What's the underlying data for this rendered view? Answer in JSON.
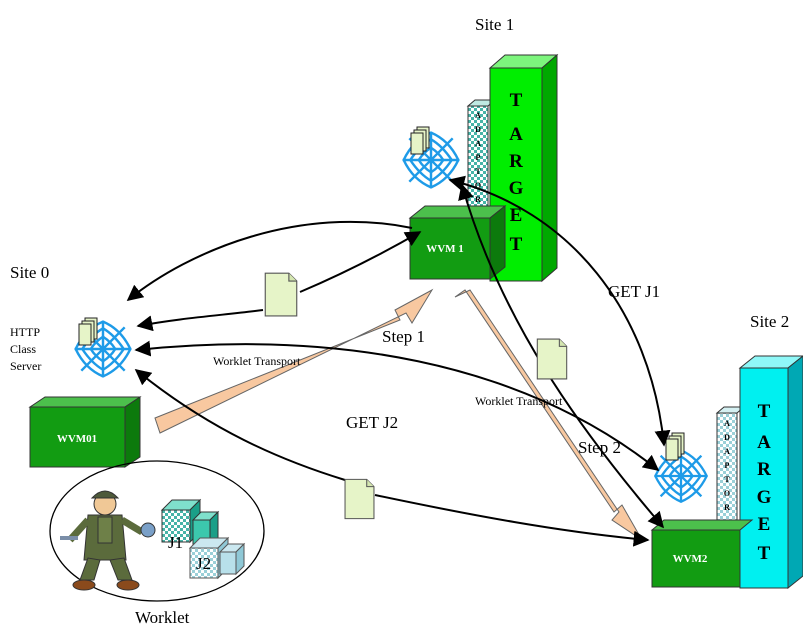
{
  "sites": {
    "site0": "Site 0",
    "site1": "Site 1",
    "site2": "Site 2"
  },
  "http_server": [
    "HTTP",
    "Class",
    "Server"
  ],
  "vms": {
    "wvm01": "WVM01",
    "wvm1": "WVM 1",
    "wvm2": "WVM2"
  },
  "target_letters": [
    "T",
    "A",
    "R",
    "G",
    "E",
    "T"
  ],
  "adaptor_letters": [
    "A",
    "D",
    "A",
    "P",
    "T",
    "O",
    "R"
  ],
  "arrows": {
    "worklet_transport_1": "Worklet Transport",
    "worklet_transport_2": "Worklet Transport",
    "step1": "Step 1",
    "step2": "Step 2",
    "get_j1": "GET J1",
    "get_j2": "GET J2"
  },
  "worklet": {
    "label": "Worklet",
    "j1": "J1",
    "j2": "J2"
  },
  "colors": {
    "box_green": "#129c12",
    "target_green": "#00ee00",
    "target_cyan": "#00f0f0",
    "web_blue": "#1e9be8",
    "arrow_fill": "#f8c8a0",
    "doc_fill": "#e6f4c8"
  }
}
